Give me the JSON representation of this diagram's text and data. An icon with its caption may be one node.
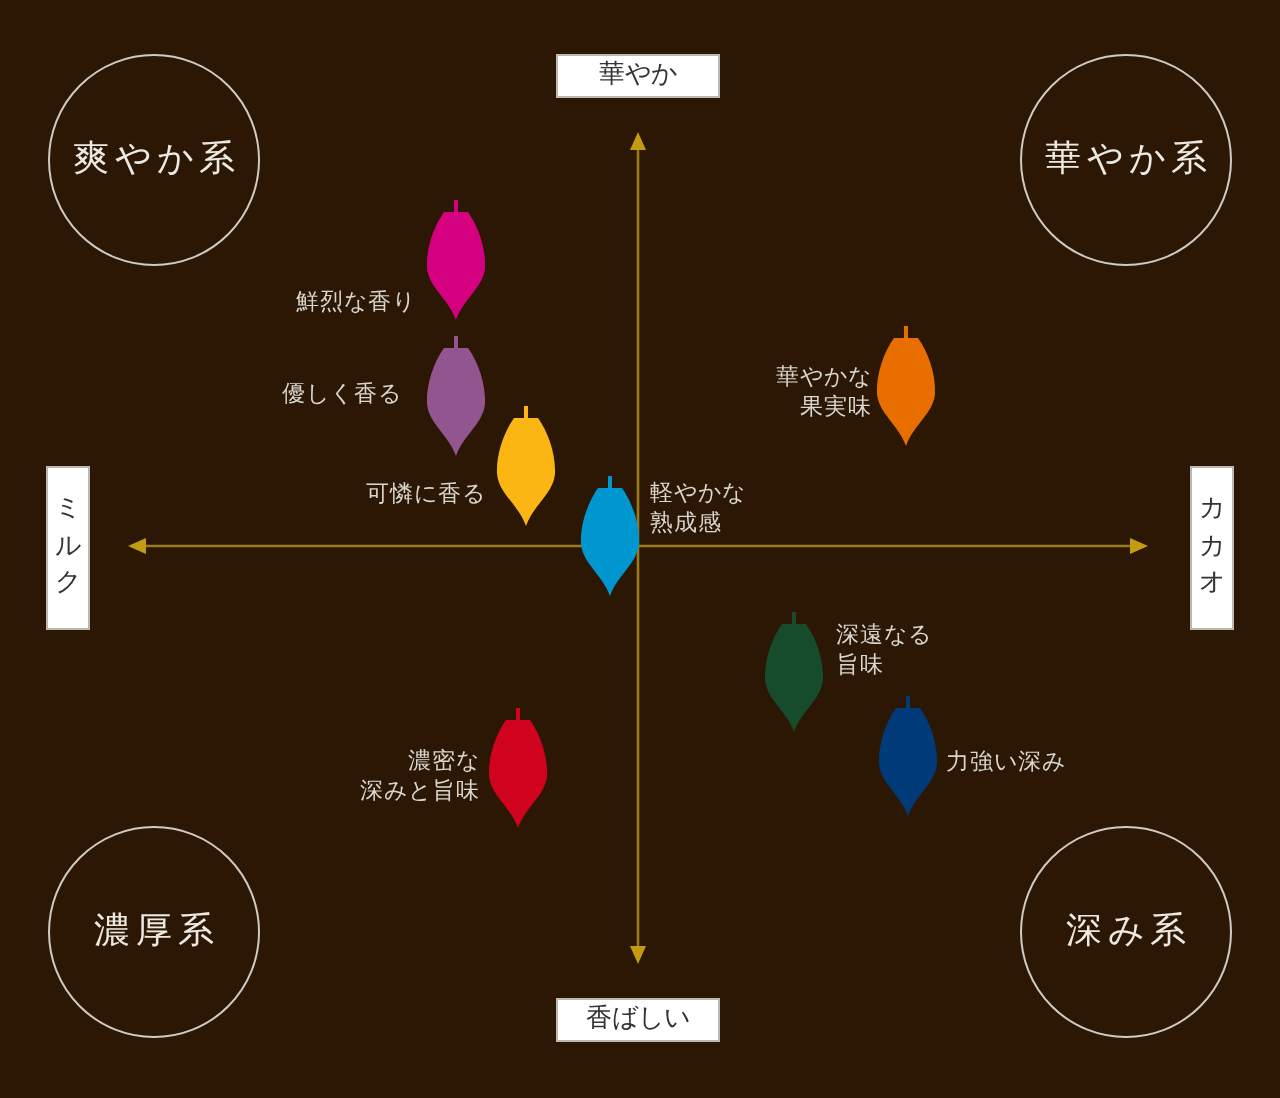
{
  "diagram": {
    "nodes": [
      {
        "text": [
          "爽やか系"
        ]
      },
      {
        "text": [
          "華やか"
        ]
      },
      {
        "text": [
          "華やか系"
        ]
      },
      {
        "text": [],
        "shape": "picture",
        "beside": [
          "鮮烈な香り"
        ]
      },
      {
        "text": [],
        "shape": "picture",
        "beside": [
          "優しく香る"
        ]
      },
      {
        "text": [],
        "shape": "picture",
        "beside": [
          "華やかな果実味"
        ]
      },
      {
        "text": [],
        "shape": "picture",
        "beside": [
          "可憐に香る"
        ]
      },
      {
        "text": [
          "ミルク"
        ]
      },
      {
        "text": [],
        "shape": "picture",
        "beside": [
          "軽やかな熟成感"
        ]
      },
      {
        "text": [
          "カカオ"
        ]
      },
      {
        "text": [],
        "shape": "picture",
        "beside": [
          "深遠なる旨味"
        ]
      },
      {
        "text": [],
        "shape": "picture",
        "beside": [
          "濃密な深みと旨味"
        ]
      },
      {
        "text": [],
        "shape": "picture",
        "beside": [
          "力強い深み"
        ]
      },
      {
        "text": [
          "濃厚系"
        ]
      },
      {
        "text": [
          "香ばしい"
        ]
      },
      {
        "text": [
          "深み系"
        ]
      }
    ]
  }
}
